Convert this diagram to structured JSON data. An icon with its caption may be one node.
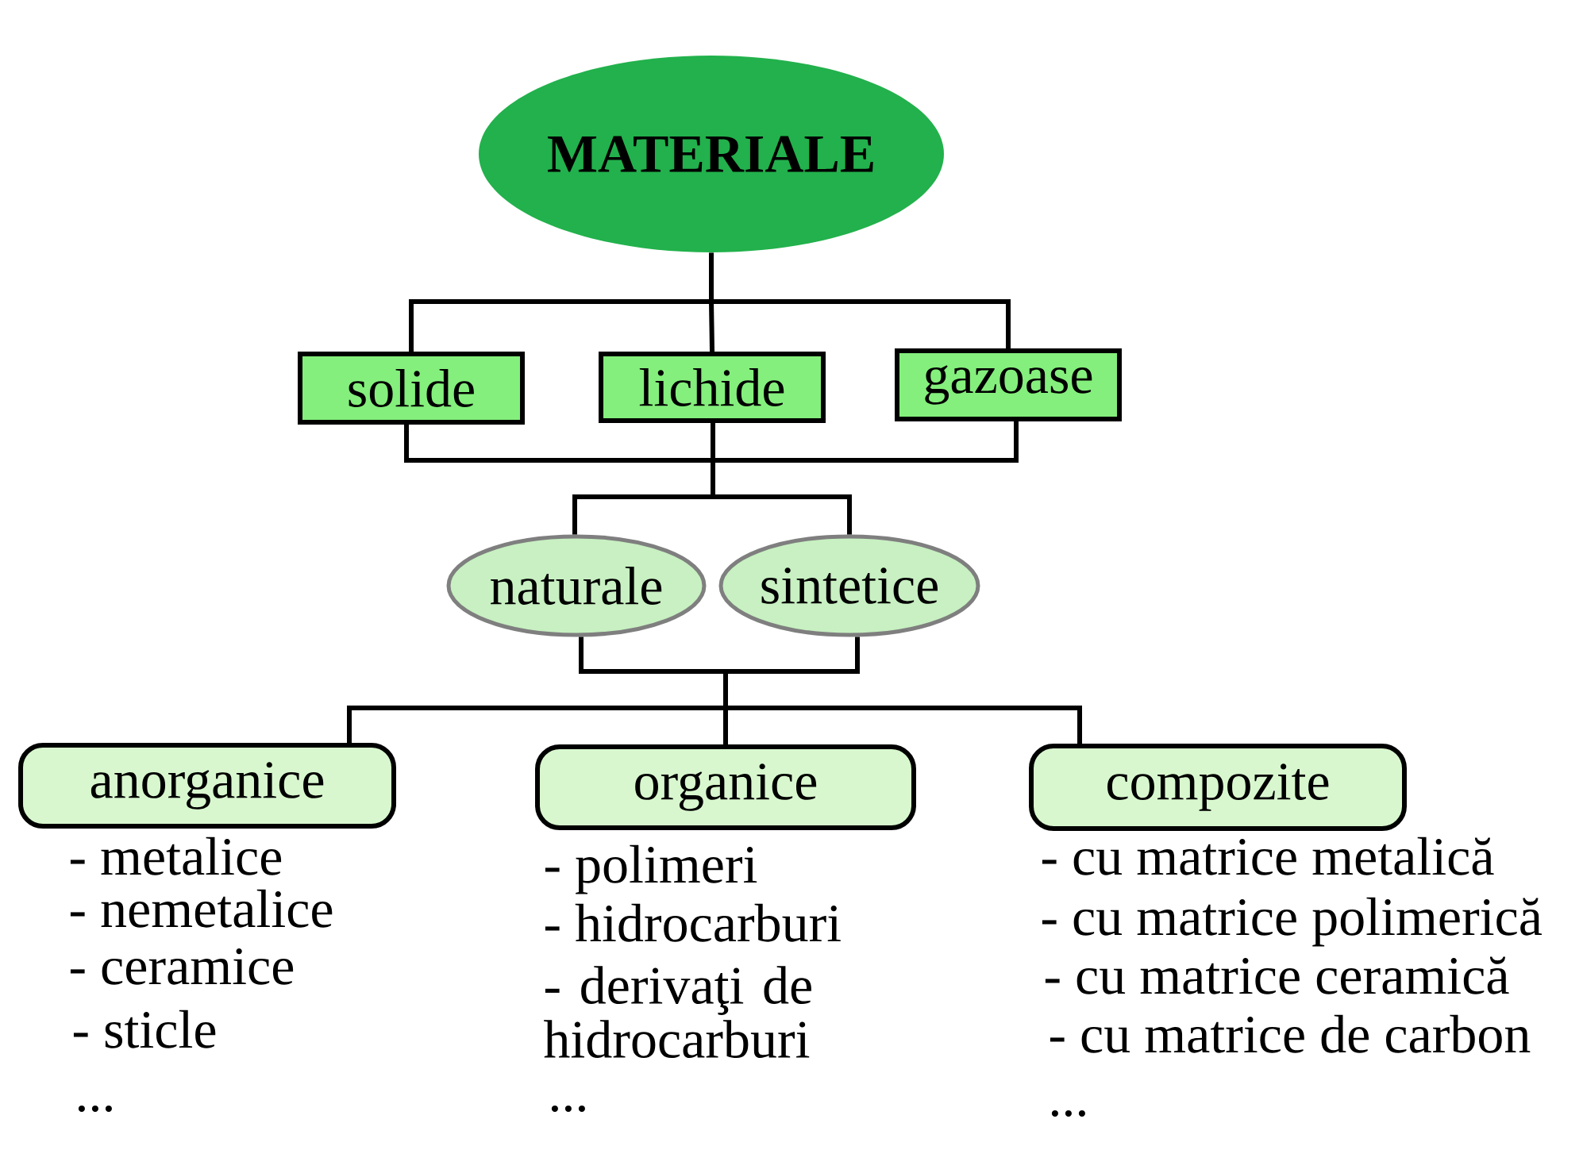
{
  "diagram": {
    "nodes": [
      {
        "text": [
          "MATERIALE"
        ]
      },
      {
        "text": [
          "solide"
        ]
      },
      {
        "text": [
          "lichide"
        ]
      },
      {
        "text": [
          "gazoase"
        ]
      },
      {
        "text": [
          "naturale"
        ]
      },
      {
        "text": [
          "sintetice"
        ]
      },
      {
        "text": [
          "anorganice"
        ],
        "beside": [
          "- metalice",
          "- nemetalice",
          "- ceramice",
          "- sticle",
          "..."
        ]
      },
      {
        "text": [
          "organice"
        ],
        "beside": [
          "- polimeri",
          "- hidrocarburi",
          "- derivaţi de hidrocarburi",
          "..."
        ]
      },
      {
        "text": [
          "compozite"
        ],
        "beside": [
          "- cu matrice metalică",
          "- cu matrice polimerică",
          "- cu matrice ceramică",
          "- cu matrice de carbon",
          "..."
        ]
      }
    ],
    "edges": [
      {
        "from": 0,
        "to": 1,
        "arrow": "none"
      },
      {
        "from": 0,
        "to": 2,
        "arrow": "none"
      },
      {
        "from": 0,
        "to": 3,
        "arrow": "none"
      },
      {
        "from": 1,
        "to": 4,
        "arrow": "none"
      },
      {
        "from": 1,
        "to": 5,
        "arrow": "none"
      },
      {
        "from": 2,
        "to": 4,
        "arrow": "none"
      },
      {
        "from": 2,
        "to": 5,
        "arrow": "none"
      },
      {
        "from": 3,
        "to": 4,
        "arrow": "none"
      },
      {
        "from": 3,
        "to": 5,
        "arrow": "none"
      },
      {
        "from": 4,
        "to": 6,
        "arrow": "none"
      },
      {
        "from": 4,
        "to": 7,
        "arrow": "none"
      },
      {
        "from": 4,
        "to": 8,
        "arrow": "none"
      },
      {
        "from": 5,
        "to": 6,
        "arrow": "none"
      },
      {
        "from": 5,
        "to": 7,
        "arrow": "none"
      },
      {
        "from": 5,
        "to": 8,
        "arrow": "none"
      }
    ]
  }
}
